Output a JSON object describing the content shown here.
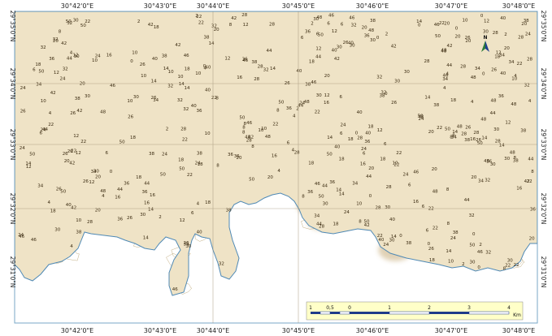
{
  "map": {
    "longitude_labels": [
      "30°42'0\"E",
      "30°43'0\"E",
      "30°44'0\"E",
      "30°45'0\"E",
      "30°46'0\"E",
      "30°47'0\"E",
      "30°48'0\"E"
    ],
    "latitude_labels": [
      "29°35'0\"N",
      "29°34'0\"N",
      "29°33'0\"N",
      "29°32'0\"N",
      "29°31'0\"N"
    ],
    "north_arrow_label": "N",
    "scale_bar": {
      "ticks": [
        "1",
        "0,5",
        "0",
        "1",
        "2",
        "3",
        "4"
      ],
      "unit": "Km"
    },
    "elevation_labels": [
      "24",
      "16",
      "20",
      "30",
      "32",
      "40",
      "44",
      "42",
      "36",
      "38",
      "34",
      "28",
      "26",
      "22",
      "18",
      "14",
      "12",
      "10",
      "8",
      "6",
      "4",
      "2",
      "0",
      "48",
      "46",
      "50"
    ],
    "colors": {
      "frame": "#7aa7c7",
      "land": "#efe3c6",
      "contour": "#b39a62",
      "dense": "#a87e2e",
      "water": "#ffffff",
      "shore": "#4f89b5",
      "scale_bg": "#ffffc8",
      "scale_bar": "#1f3b8a"
    }
  }
}
